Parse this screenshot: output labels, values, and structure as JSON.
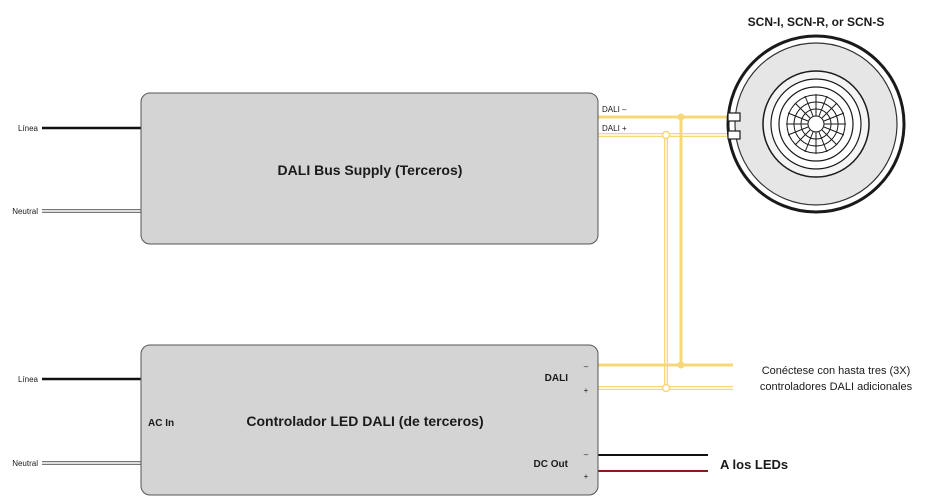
{
  "sensor": {
    "title": "SCN-I, SCN-R, or SCN-S"
  },
  "bus_supply": {
    "title": "DALI Bus Supply (Terceros)",
    "linea": "Línea",
    "neutral": "Neutral",
    "dali_minus": "DALI –",
    "dali_plus": "DALI +"
  },
  "controller": {
    "title": "Controlador LED DALI (de terceros)",
    "ac_in": "AC In",
    "dali": "DALI",
    "dc_out": "DC Out",
    "minus": "–",
    "plus": "+",
    "linea": "Línea",
    "neutral": "Neutral"
  },
  "note": {
    "line1": "Conéctese con hasta tres (3X)",
    "line2": "controladores DALI adicionales"
  },
  "leds_label": "A los LEDs",
  "colors": {
    "box_fill": "#d4d4d4",
    "box_stroke": "#555555",
    "dali_wire": "#f6d878",
    "dali_wire_core": "#ffffff",
    "dc_plus": "#8b1a1a",
    "dc_minus": "#111111"
  }
}
